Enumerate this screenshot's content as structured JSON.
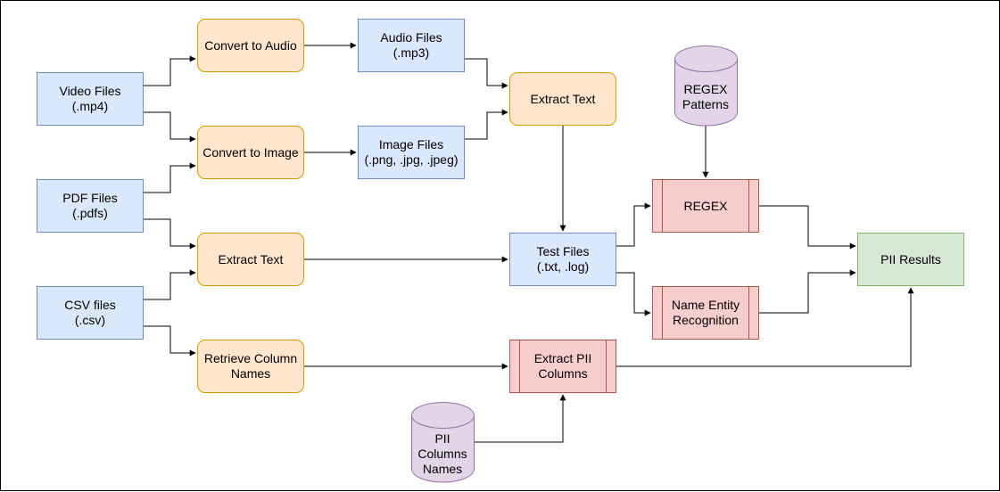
{
  "nodes": {
    "video": {
      "lines": [
        "Video Files",
        "(.mp4)"
      ]
    },
    "pdf": {
      "lines": [
        "PDF Files",
        "(.pdfs)"
      ]
    },
    "csv": {
      "lines": [
        "CSV files",
        "(.csv)"
      ]
    },
    "convert_audio": {
      "lines": [
        "Convert to Audio"
      ]
    },
    "convert_image": {
      "lines": [
        "Convert to Image"
      ]
    },
    "extract_text_left": {
      "lines": [
        "Extract Text"
      ]
    },
    "retrieve_columns": {
      "lines": [
        "Retrieve Column",
        "Names"
      ]
    },
    "audio_files": {
      "lines": [
        "Audio Files",
        "(.mp3)"
      ]
    },
    "image_files": {
      "lines": [
        "Image Files",
        "(.png, .jpg, .jpeg)"
      ]
    },
    "extract_text_top": {
      "lines": [
        "Extract Text"
      ]
    },
    "test_files": {
      "lines": [
        "Test Files",
        "(.txt, .log)"
      ]
    },
    "extract_pii_columns": {
      "lines": [
        "Extract PII",
        "Columns"
      ]
    },
    "regex": {
      "lines": [
        "REGEX"
      ]
    },
    "ner": {
      "lines": [
        "Name Entity",
        "Recognition"
      ]
    },
    "pii_results": {
      "lines": [
        "PII Results"
      ]
    },
    "regex_patterns": {
      "lines": [
        "REGEX",
        "Patterns"
      ]
    },
    "pii_column_names": {
      "lines": [
        "PII",
        "Columns",
        "Names"
      ]
    }
  },
  "edges": [
    [
      "video",
      "convert_audio"
    ],
    [
      "video",
      "convert_image"
    ],
    [
      "pdf",
      "convert_image"
    ],
    [
      "pdf",
      "extract_text_left"
    ],
    [
      "csv",
      "extract_text_left"
    ],
    [
      "csv",
      "retrieve_columns"
    ],
    [
      "convert_audio",
      "audio_files"
    ],
    [
      "convert_image",
      "image_files"
    ],
    [
      "audio_files",
      "extract_text_top"
    ],
    [
      "image_files",
      "extract_text_top"
    ],
    [
      "extract_text_top",
      "test_files"
    ],
    [
      "extract_text_left",
      "test_files"
    ],
    [
      "retrieve_columns",
      "extract_pii_columns"
    ],
    [
      "pii_column_names",
      "extract_pii_columns"
    ],
    [
      "regex_patterns",
      "regex"
    ],
    [
      "test_files",
      "regex"
    ],
    [
      "test_files",
      "ner"
    ],
    [
      "regex",
      "pii_results"
    ],
    [
      "ner",
      "pii_results"
    ],
    [
      "extract_pii_columns",
      "pii_results"
    ]
  ],
  "colors": {
    "input_fill": "#dae8fc",
    "input_stroke": "#6c8ebf",
    "process_fill": "#ffe6cc",
    "process_stroke": "#d79b00",
    "detect_fill": "#f8cecc",
    "detect_stroke": "#b85450",
    "result_fill": "#d5e8d4",
    "result_stroke": "#82b366",
    "store_fill": "#e1d5e7",
    "store_stroke": "#9673a6"
  }
}
